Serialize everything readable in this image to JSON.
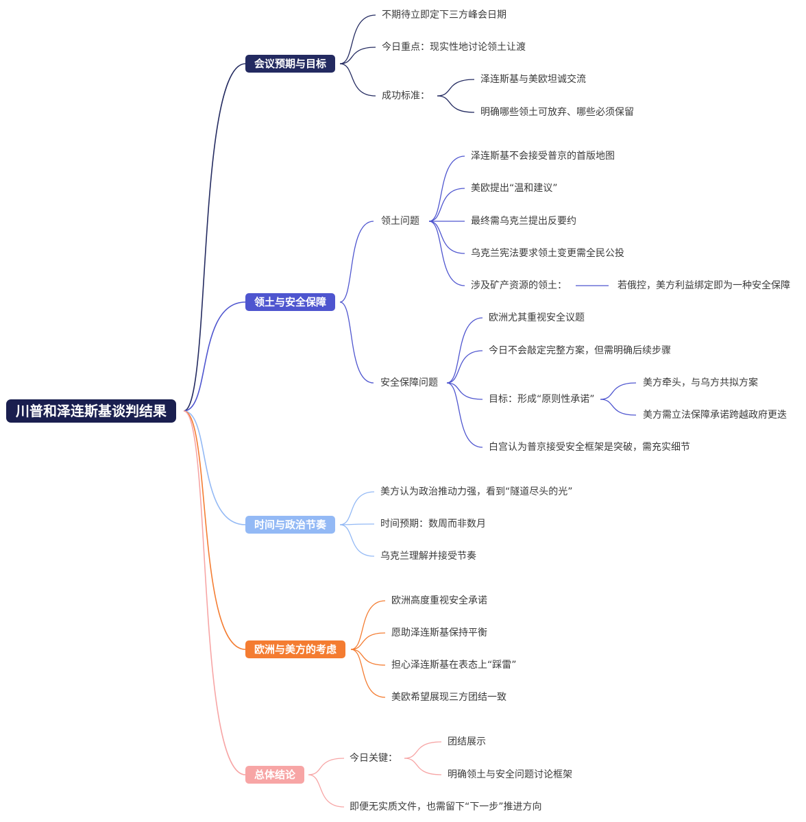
{
  "colors": {
    "root": "#1a1f4f",
    "branch1": "#232a60",
    "branch2": "#4e55cf",
    "branch3": "#93b9f5",
    "branch4": "#f47c31",
    "branch5": "#f7a5a5"
  },
  "root": {
    "label": "川普和泽连斯基谈判结果"
  },
  "branches": [
    {
      "label": "会议预期与目标",
      "items": [
        {
          "label": "不期待立即定下三方峰会日期"
        },
        {
          "label": "今日重点：现实性地讨论领土让渡"
        },
        {
          "label": "成功标准：",
          "children": [
            {
              "label": "泽连斯基与美欧坦诚交流"
            },
            {
              "label": "明确哪些领土可放弃、哪些必须保留"
            }
          ]
        }
      ]
    },
    {
      "label": "领土与安全保障",
      "items": [
        {
          "label": "领土问题",
          "children": [
            {
              "label": "泽连斯基不会接受普京的首版地图"
            },
            {
              "label": "美欧提出“温和建议”"
            },
            {
              "label": "最终需乌克兰提出反要约"
            },
            {
              "label": "乌克兰宪法要求领土变更需全民公投"
            },
            {
              "label": "涉及矿产资源的领土：",
              "children": [
                {
                  "label": "若俄控，美方利益绑定即为一种安全保障"
                }
              ]
            }
          ]
        },
        {
          "label": "安全保障问题",
          "children": [
            {
              "label": "欧洲尤其重视安全议题"
            },
            {
              "label": "今日不会敲定完整方案，但需明确后续步骤"
            },
            {
              "label": "目标：形成“原则性承诺”",
              "children": [
                {
                  "label": "美方牵头，与乌方共拟方案"
                },
                {
                  "label": "美方需立法保障承诺跨越政府更迭"
                }
              ]
            },
            {
              "label": "白宫认为普京接受安全框架是突破，需充实细节"
            }
          ]
        }
      ]
    },
    {
      "label": "时间与政治节奏",
      "items": [
        {
          "label": "美方认为政治推动力强，看到“隧道尽头的光”"
        },
        {
          "label": "时间预期：数周而非数月"
        },
        {
          "label": "乌克兰理解并接受节奏"
        }
      ]
    },
    {
      "label": "欧洲与美方的考虑",
      "items": [
        {
          "label": "欧洲高度重视安全承诺"
        },
        {
          "label": "愿助泽连斯基保持平衡"
        },
        {
          "label": "担心泽连斯基在表态上“踩雷”"
        },
        {
          "label": "美欧希望展现三方团结一致"
        }
      ]
    },
    {
      "label": "总体结论",
      "items": [
        {
          "label": "今日关键：",
          "children": [
            {
              "label": "团结展示"
            },
            {
              "label": "明确领土与安全问题讨论框架"
            }
          ]
        },
        {
          "label": "即便无实质文件，也需留下“下一步”推进方向"
        }
      ]
    }
  ]
}
